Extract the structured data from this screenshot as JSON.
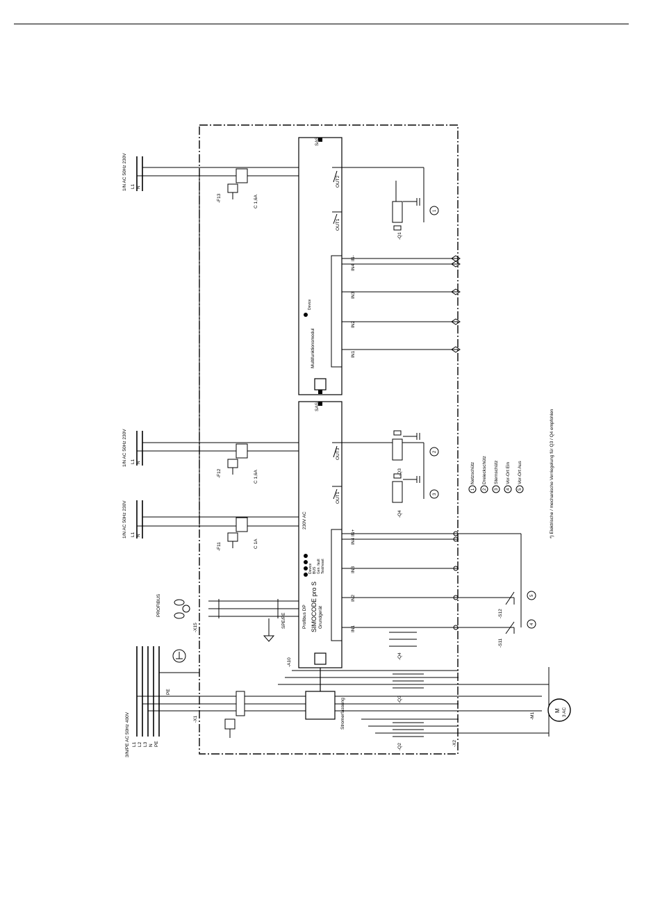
{
  "supply": {
    "main": "3/N/PE AC 50Hz 400V",
    "main_phases": [
      "L1",
      "L2",
      "L3",
      "N",
      "PE"
    ],
    "ctrl_top": "1/N AC 50Hz 230V",
    "ctrl_top_lines": [
      "L1",
      "N"
    ],
    "ctrl_mid": "1/N AC 50Hz 230V",
    "ctrl_mid_lines": [
      "L1",
      "N"
    ],
    "ctrl_low": "1/N AC 50Hz 230V",
    "ctrl_low_lines": [
      "L1",
      "N"
    ],
    "pe_label": "PE",
    "pe_terminal": "L1"
  },
  "terminals": {
    "x1": "-X1",
    "x15": "-X15",
    "x2": "-X2"
  },
  "fuses": {
    "f1": "-F11",
    "f1_rating": "C 1A",
    "f2": "-F12",
    "f2_rating": "C 1,6A",
    "f3": "-F13",
    "f3_rating": "C 1,6A"
  },
  "profibus": {
    "label": "PROFIBUS",
    "spe": "SPE/PE"
  },
  "device_a10": {
    "id": "-A10",
    "title": "SIMOCODE pro S",
    "subtitle": "Grundgerät",
    "bus": "Profibus DP",
    "supply": "230V AC",
    "leds": [
      "Device",
      "BUS",
      "Gen. fault",
      "Test/reset"
    ],
    "outputs": [
      "OUT1",
      "OUT2",
      "OUT3"
    ],
    "inputs": [
      "IN1",
      "IN2",
      "IN3",
      "IN4",
      "IN+"
    ],
    "sas": "SAS"
  },
  "device_multi": {
    "title": "Multifunktionsmodul",
    "led": "Device",
    "outputs": [
      "OUT1",
      "OUT2"
    ],
    "inputs": [
      "IN1",
      "IN2",
      "IN3",
      "IN4",
      "IN-"
    ],
    "sas": "SAS"
  },
  "current_module": {
    "label": "Stromerfassung"
  },
  "contactors": {
    "q1": "-Q1",
    "q2": "-Q2",
    "q3": "-Q3",
    "q4": "-Q4"
  },
  "switches": {
    "s11": "-S11",
    "s12": "-S12"
  },
  "motor": {
    "id": "-M1",
    "letter": "M",
    "type": "3 AC"
  },
  "legend": [
    {
      "num": "1",
      "text": "Netzschütz"
    },
    {
      "num": "2",
      "text": "Dreieckschütz"
    },
    {
      "num": "3",
      "text": "Sternschütz"
    },
    {
      "num": "4",
      "text": "Vor-Ort Ein"
    },
    {
      "num": "5",
      "text": "Vor-Ort Aus"
    }
  ],
  "note": "*) Elektrische / mechanische Verriegelung für Q3 / Q4 empfohlen"
}
